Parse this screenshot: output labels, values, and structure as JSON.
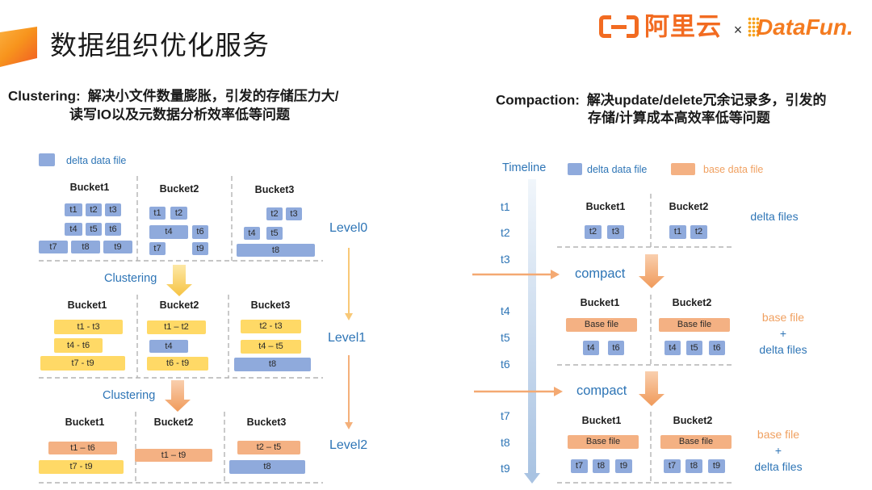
{
  "header": {
    "title": "数据组织优化服务",
    "aliyun_logo_text": "阿里云",
    "cross": "×",
    "datafun_logo_text": "DataFun."
  },
  "colors": {
    "accent_blue": "#2e75b6",
    "brand_orange": "#f26b21",
    "delta_block": "#8faadc",
    "level1_block": "#ffd966",
    "level2_block": "#f4b183",
    "base_block": "#f4b183",
    "base_text": "#f0a060",
    "divider": "#b4b4b4"
  },
  "clustering": {
    "heading_label": "Clustering:",
    "heading_line1": "解决小文件数量膨胀，引发的存储压力大/",
    "heading_line2": "读写IO以及元数据分析效率低等问题",
    "legend_delta": "delta data file",
    "step_labels": [
      "Clustering",
      "Clustering"
    ],
    "levels": [
      {
        "name": "Level0",
        "buckets": [
          {
            "name": "Bucket1",
            "files": [
              "t1",
              "t2",
              "t3",
              "t4",
              "t5",
              "t6",
              "t7",
              "t8",
              "t9"
            ]
          },
          {
            "name": "Bucket2",
            "files": [
              "t1",
              "t2",
              "t4",
              "t6",
              "t7",
              "t9"
            ]
          },
          {
            "name": "Bucket3",
            "files": [
              "t2",
              "t3",
              "t4",
              "t5",
              "t8"
            ]
          }
        ]
      },
      {
        "name": "Level1",
        "buckets": [
          {
            "name": "Bucket1",
            "files": [
              "t1 - t3",
              "t4 - t6",
              "t7 - t9"
            ]
          },
          {
            "name": "Bucket2",
            "files": [
              "t1 – t2",
              "t4",
              "t6 - t9"
            ]
          },
          {
            "name": "Bucket3",
            "files": [
              "t2 - t3",
              "t4 – t5",
              "t8"
            ]
          }
        ]
      },
      {
        "name": "Level2",
        "buckets": [
          {
            "name": "Bucket1",
            "files": [
              "t1 – t6",
              "t7 - t9"
            ]
          },
          {
            "name": "Bucket2",
            "files": [
              "t1 – t9"
            ]
          },
          {
            "name": "Bucket3",
            "files": [
              "t2 – t5",
              "t8"
            ]
          }
        ]
      }
    ]
  },
  "compaction": {
    "heading_label": "Compaction:",
    "heading_line1": "解决update/delete冗余记录多，引发的",
    "heading_line2": "存储/计算成本高效率低等问题",
    "timeline_label": "Timeline",
    "legend_delta": "delta data file",
    "legend_base": "base data file",
    "times": [
      "t1",
      "t2",
      "t3",
      "t4",
      "t5",
      "t6",
      "t7",
      "t8",
      "t9"
    ],
    "compact_labels": [
      "compact",
      "compact"
    ],
    "stages": [
      {
        "buckets": [
          {
            "name": "Bucket1",
            "delta_files": [
              "t2",
              "t3"
            ]
          },
          {
            "name": "Bucket2",
            "delta_files": [
              "t1",
              "t2"
            ]
          }
        ],
        "note": [
          "delta files"
        ]
      },
      {
        "buckets": [
          {
            "name": "Bucket1",
            "base_file": "Base file",
            "delta_files": [
              "t4",
              "t6"
            ]
          },
          {
            "name": "Bucket2",
            "base_file": "Base file",
            "delta_files": [
              "t4",
              "t5",
              "t6"
            ]
          }
        ],
        "note": [
          "base file",
          "+",
          "delta files"
        ]
      },
      {
        "buckets": [
          {
            "name": "Bucket1",
            "base_file": "Base file",
            "delta_files": [
              "t7",
              "t8",
              "t9"
            ]
          },
          {
            "name": "Bucket2",
            "base_file": "Base file",
            "delta_files": [
              "t7",
              "t8",
              "t9"
            ]
          }
        ],
        "note": [
          "base file",
          "+",
          "delta files"
        ]
      }
    ]
  }
}
